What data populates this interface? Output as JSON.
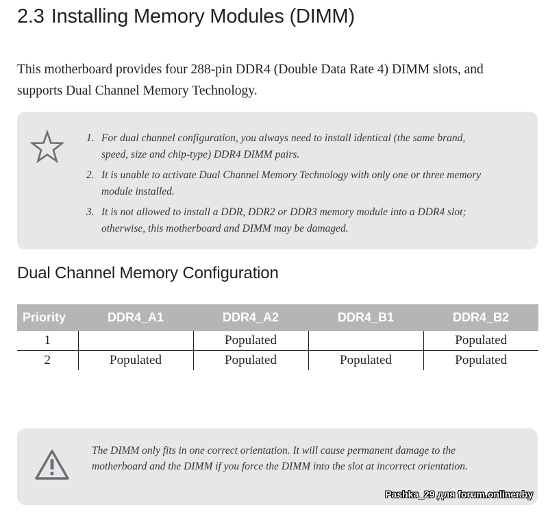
{
  "section": {
    "number": "2.3",
    "title": "Installing Memory Modules (DIMM)"
  },
  "intro": "This motherboard provides four 288-pin DDR4 (Double Data Rate 4) DIMM slots, and supports Dual Channel Memory Technology.",
  "note_box": {
    "icon": "star-icon",
    "items": [
      {
        "num": "1.",
        "text": "For dual channel configuration, you always need to install identical (the same brand, speed, size and chip-type) DDR4 DIMM pairs."
      },
      {
        "num": "2.",
        "text": "It is unable to activate Dual Channel Memory Technology with only one or three memory module installed."
      },
      {
        "num": "3.",
        "text": "It is not allowed to install a DDR, DDR2 or DDR3 memory module into a DDR4 slot; otherwise, this motherboard and DIMM may be damaged."
      }
    ]
  },
  "config": {
    "heading": "Dual Channel Memory Configuration",
    "columns": [
      "Priority",
      "DDR4_A1",
      "DDR4_A2",
      "DDR4_B1",
      "DDR4_B2"
    ],
    "rows": [
      [
        "1",
        "",
        "Populated",
        "",
        "Populated"
      ],
      [
        "2",
        "Populated",
        "Populated",
        "Populated",
        "Populated"
      ]
    ]
  },
  "warning_box": {
    "icon": "warning-triangle-icon",
    "text": "The DIMM only fits in one correct orientation. It will cause permanent damage to the motherboard and the DIMM if you force the DIMM into the slot at incorrect orientation."
  },
  "watermark": "Pashka_29 для forum.onliner.by",
  "colors": {
    "box_background": "#e6e7e8",
    "table_header": "#b3b5b7",
    "text": "#231f20"
  }
}
